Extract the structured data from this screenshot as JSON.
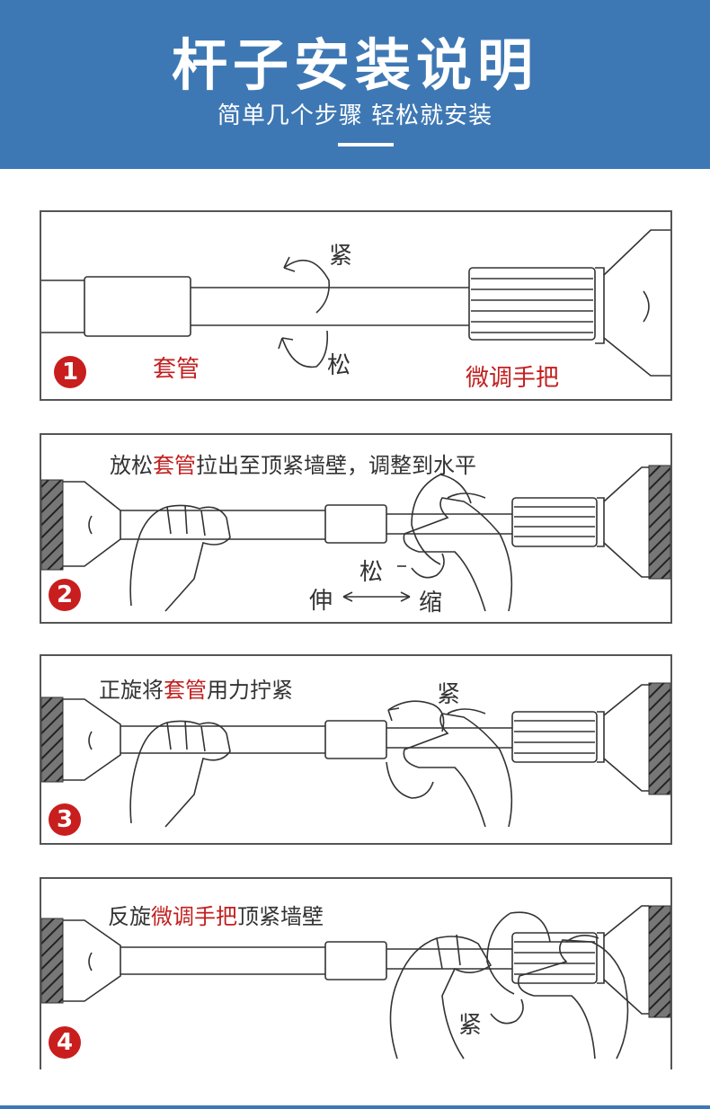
{
  "header": {
    "title": "杆子安装说明",
    "subtitle": "简单几个步骤 轻松就安装",
    "bg_color": "#3e78b4"
  },
  "accent_color": "#c21f1f",
  "steps": [
    {
      "number": "1",
      "labels": {
        "tighten": "紧",
        "loosen": "松",
        "sleeve": "套管",
        "handle": "微调手把"
      }
    },
    {
      "number": "2",
      "instruction": {
        "pre": "放松",
        "highlight": "套管",
        "post": "拉出至顶紧墙壁，调整到水平"
      },
      "labels": {
        "loosen": "松",
        "extend": "伸",
        "shrink": "缩"
      }
    },
    {
      "number": "3",
      "instruction": {
        "pre": "正旋将",
        "highlight": "套管",
        "post": "用力拧紧"
      },
      "labels": {
        "tighten": "紧"
      }
    },
    {
      "number": "4",
      "instruction": {
        "pre": "反旋",
        "highlight": "微调手把",
        "post": "顶紧墙壁"
      },
      "labels": {
        "tighten": "紧"
      }
    }
  ]
}
